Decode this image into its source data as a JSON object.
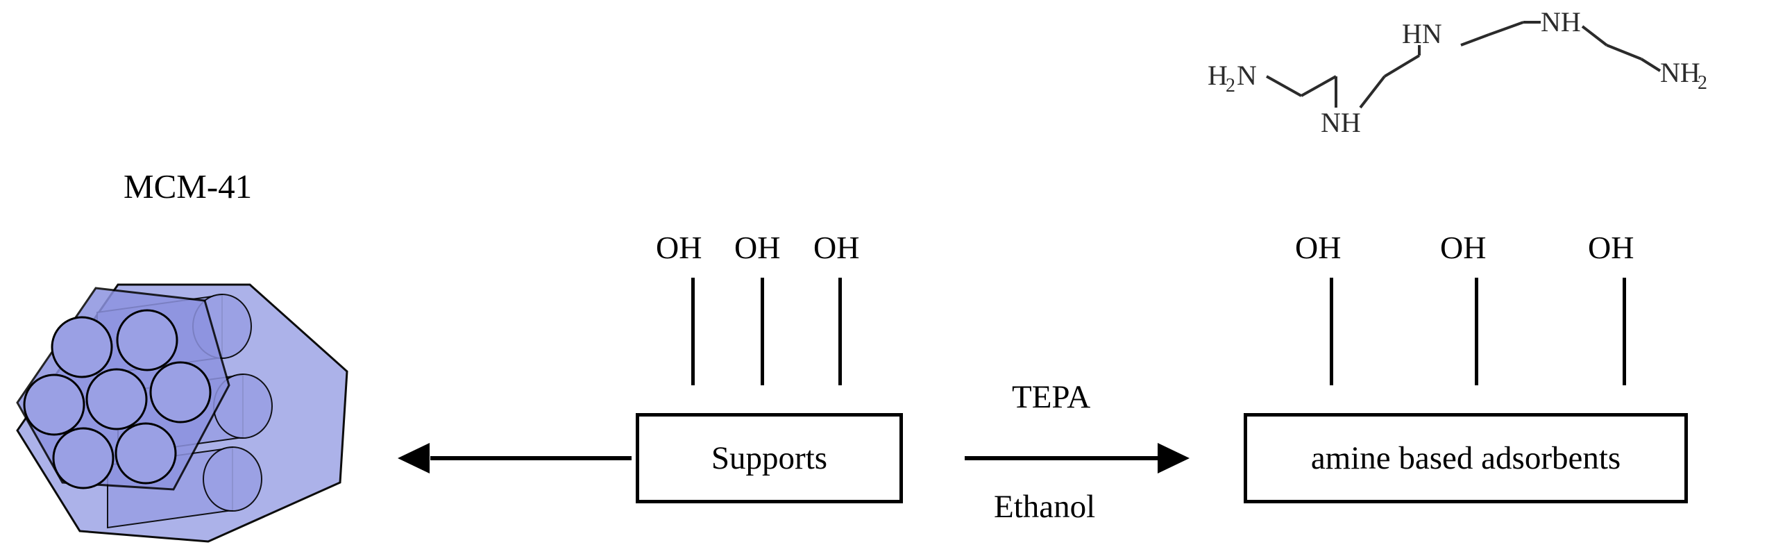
{
  "diagram": {
    "title_label": "MCM-41",
    "support_box_label": "Supports",
    "product_box_label": "amine based adsorbents",
    "reagent_top_label": "TEPA",
    "reagent_bottom_label": "Ethanol",
    "hydroxyl_groups_left": [
      {
        "label": "OH"
      },
      {
        "label": "OH"
      },
      {
        "label": "OH"
      }
    ],
    "hydroxyl_groups_right": [
      {
        "label": "OH"
      },
      {
        "label": "OH"
      },
      {
        "label": "OH"
      }
    ],
    "molecule": {
      "name": "TEPA",
      "groups": [
        {
          "label": "H",
          "sub": "2",
          "label2": "N"
        },
        {
          "label": "NH"
        },
        {
          "label": "HN"
        },
        {
          "label": "NH"
        },
        {
          "label": "NH",
          "sub": "2"
        }
      ],
      "stroke_color": "#2b2b2b"
    },
    "colors": {
      "outline": "#000000",
      "pore_fill": "#8d93e0",
      "body_fill": "#a8aee8",
      "molecule_stroke": "#2b2b2b"
    }
  }
}
